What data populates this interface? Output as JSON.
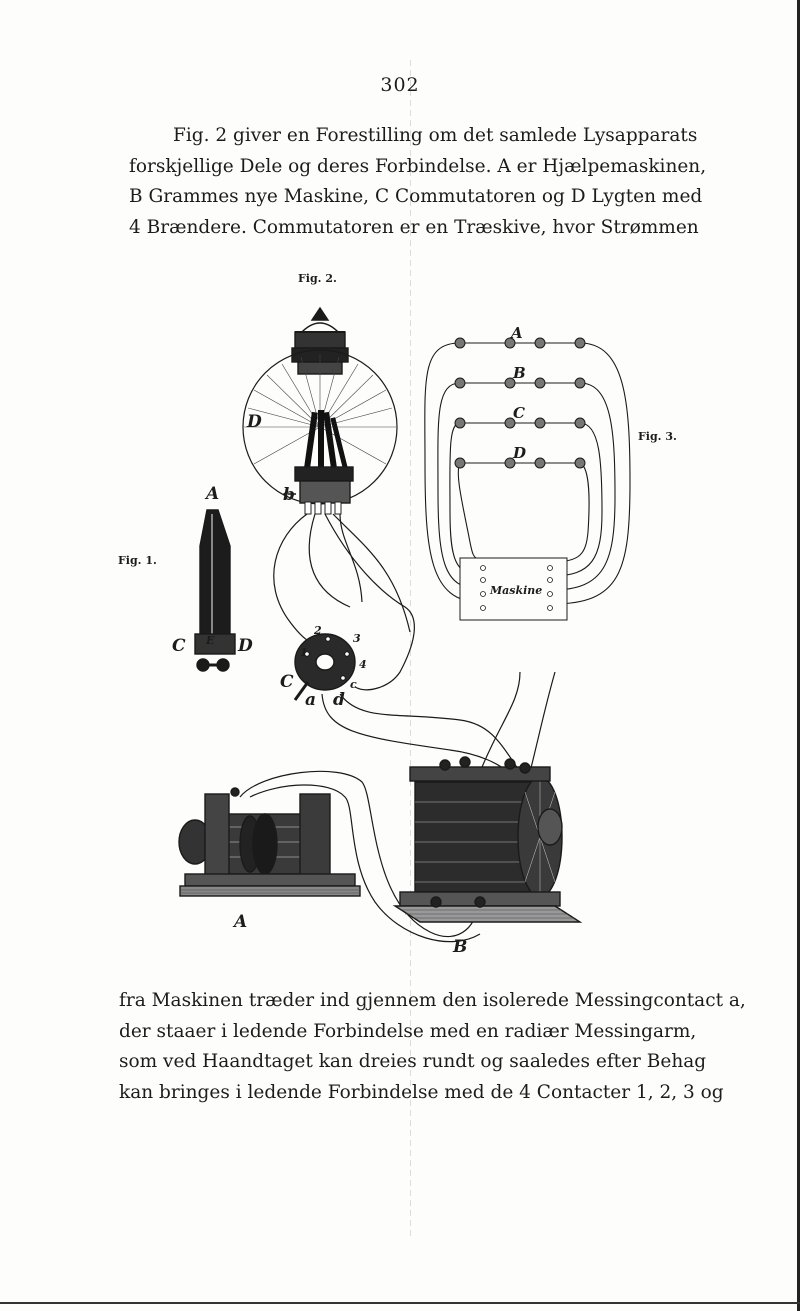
{
  "page": {
    "number": "302"
  },
  "text_top": [
    "Fig. 2 giver en Forestilling om det samlede Lysapparats",
    "forskjellige Dele og deres Forbindelse. A er Hjælpemaskinen,",
    "B Grammes nye Maskine, C Commutatoren og D Lygten med",
    "4 Brændere. Commutatoren er en Træskive, hvor Strømmen"
  ],
  "text_bottom": [
    "fra Maskinen træder ind gjennem den isolerede Messingcontact a,",
    "der staaer i ledende Forbindelse med en radiær Messingarm,",
    "som ved Haandtaget kan dreies rundt og saaledes efter Behag",
    "kan bringes i ledende Forbindelse med de 4 Contacter 1, 2, 3 og"
  ],
  "figure": {
    "fig1_label": "Fig. 1.",
    "fig2_label": "Fig. 2.",
    "fig3_label": "Fig. 3.",
    "fig1_letters": {
      "top": "A",
      "left": "C",
      "mid": "E",
      "right": "D"
    },
    "lamp_letter": "D",
    "lamp_b_letter": "b",
    "commutator_letter": "C",
    "commutator_nums": [
      "1",
      "2",
      "3",
      "4"
    ],
    "commutator_a": "a",
    "commutator_d": "d",
    "commutator_c": "c",
    "machine_a_letter": "A",
    "machine_b_letter": "B",
    "fig3_rows": [
      "A",
      "B",
      "C",
      "D"
    ],
    "maskine_label": "Maskine"
  }
}
